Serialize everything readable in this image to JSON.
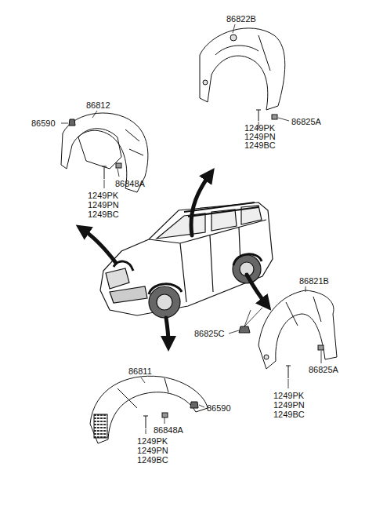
{
  "diagram": {
    "labels": [
      "86822B",
      "86812",
      "86590",
      "86825A",
      "1249PK",
      "1249PN",
      "1249BC",
      "86848A",
      "1249PK",
      "1249PN",
      "1249BC",
      "86821B",
      "86825C",
      "86825A",
      "86811",
      "86590",
      "1249PK",
      "1249PN",
      "1249BC",
      "86848A",
      "1249PK",
      "1249PN",
      "1249BC"
    ]
  }
}
